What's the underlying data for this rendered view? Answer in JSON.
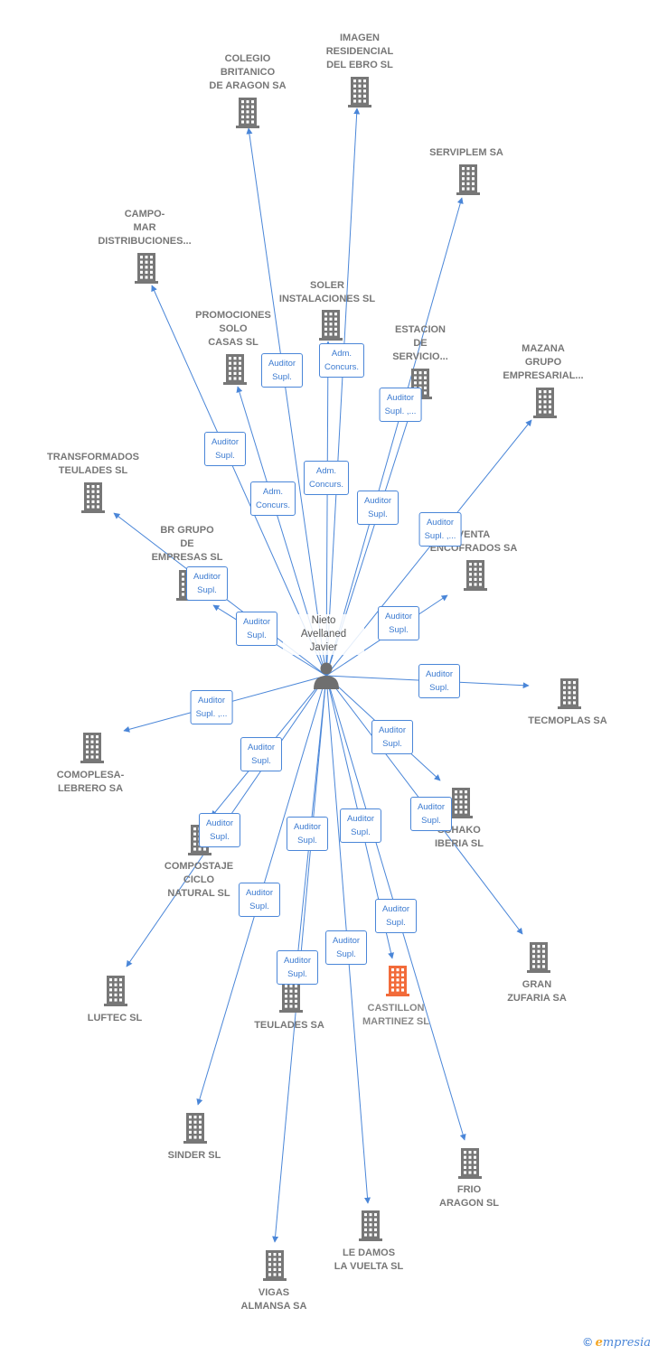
{
  "center": {
    "label": "Nieto\nAvellaned\nJavier",
    "icon": "person-icon"
  },
  "colors": {
    "edge": "#4a86d8",
    "building": "#777777",
    "building_highlight": "#f26b3a",
    "label_border": "#4a86d8"
  },
  "companies": [
    {
      "id": "colegio",
      "name": "COLEGIO\nBRITANICO\nDE ARAGON SA",
      "highlight": false
    },
    {
      "id": "imagen",
      "name": "IMAGEN\nRESIDENCIAL\nDEL EBRO SL",
      "highlight": false
    },
    {
      "id": "serviplem",
      "name": "SERVIPLEM SA",
      "highlight": false
    },
    {
      "id": "campomar",
      "name": "CAMPO-\nMAR\nDISTRIBUCIONES...",
      "highlight": false
    },
    {
      "id": "soler",
      "name": "SOLER\nINSTALACIONES SL",
      "highlight": false
    },
    {
      "id": "promociones",
      "name": "PROMOCIONES\nSOLO\nCASAS SL",
      "highlight": false
    },
    {
      "id": "estacion",
      "name": "ESTACION\nDE\nSERVICIO...",
      "highlight": false
    },
    {
      "id": "mazana",
      "name": "MAZANA\nGRUPO\nEMPRESARIAL...",
      "highlight": false
    },
    {
      "id": "transformados",
      "name": "TRANSFORMADOS\nTEULADES SL",
      "highlight": false
    },
    {
      "id": "brgrupo",
      "name": "BR GRUPO\nDE\nEMPRESAS SL",
      "highlight": false
    },
    {
      "id": "venta",
      "name": "VENTA\nENCOFRADOS SA",
      "highlight": false
    },
    {
      "id": "tecmoplas",
      "name": "TECMOPLAS SA",
      "highlight": false
    },
    {
      "id": "comoplesa",
      "name": "COMOPLESA-\nLEBRERO SA",
      "highlight": false
    },
    {
      "id": "schako",
      "name": "SCHAKO\nIBERIA SL",
      "highlight": false
    },
    {
      "id": "compostaje",
      "name": "COMPOSTAJE\nCICLO\nNATURAL SL",
      "highlight": false
    },
    {
      "id": "gran",
      "name": "GRAN\nZUFARIA SA",
      "highlight": false
    },
    {
      "id": "luftec",
      "name": "LUFTEC SL",
      "highlight": false
    },
    {
      "id": "teulades",
      "name": "TEULADES SA",
      "highlight": false
    },
    {
      "id": "castillon",
      "name": "CASTILLON\nMARTINEZ SL",
      "highlight": true
    },
    {
      "id": "sinder",
      "name": "SINDER SL",
      "highlight": false
    },
    {
      "id": "frio",
      "name": "FRIO\nARAGON SL",
      "highlight": false
    },
    {
      "id": "ledamos",
      "name": "LE DAMOS\nLA VUELTA SL",
      "highlight": false
    },
    {
      "id": "vigas",
      "name": "VIGAS\nALMANSA SA",
      "highlight": false
    }
  ],
  "edges": [
    {
      "to": "colegio",
      "label": "Auditor\nSupl."
    },
    {
      "to": "imagen",
      "label": "Adm.\nConcurs."
    },
    {
      "to": "serviplem",
      "label": "Auditor\nSupl."
    },
    {
      "to": "campomar",
      "label": "Auditor\nSupl."
    },
    {
      "to": "soler",
      "label": "Adm.\nConcurs."
    },
    {
      "to": "promociones",
      "label": "Adm.\nConcurs."
    },
    {
      "to": "estacion",
      "label": "Auditor\nSupl. ,..."
    },
    {
      "to": "mazana",
      "label": "Auditor\nSupl. ,..."
    },
    {
      "to": "transformados",
      "label": "Auditor\nSupl."
    },
    {
      "to": "brgrupo",
      "label": "Auditor\nSupl."
    },
    {
      "to": "venta",
      "label": "Auditor\nSupl."
    },
    {
      "to": "tecmoplas",
      "label": "Auditor\nSupl."
    },
    {
      "to": "comoplesa",
      "label": "Auditor\nSupl. ,..."
    },
    {
      "to": "schako",
      "label": "Auditor\nSupl."
    },
    {
      "to": "compostaje",
      "label": "Auditor\nSupl."
    },
    {
      "to": "gran",
      "label": "Auditor\nSupl."
    },
    {
      "to": "luftec",
      "label": "Auditor\nSupl."
    },
    {
      "to": "teulades",
      "label": "Auditor\nSupl."
    },
    {
      "to": "castillon",
      "label": "Auditor\nSupl."
    },
    {
      "to": "sinder",
      "label": "Auditor\nSupl."
    },
    {
      "to": "frio",
      "label": "Auditor\nSupl."
    },
    {
      "to": "ledamos",
      "label": "Auditor\nSupl."
    },
    {
      "to": "vigas",
      "label": "Auditor\nSupl."
    }
  ],
  "watermark": {
    "copyright": "©",
    "brand_initial": "e",
    "brand_rest": "mpresia"
  }
}
